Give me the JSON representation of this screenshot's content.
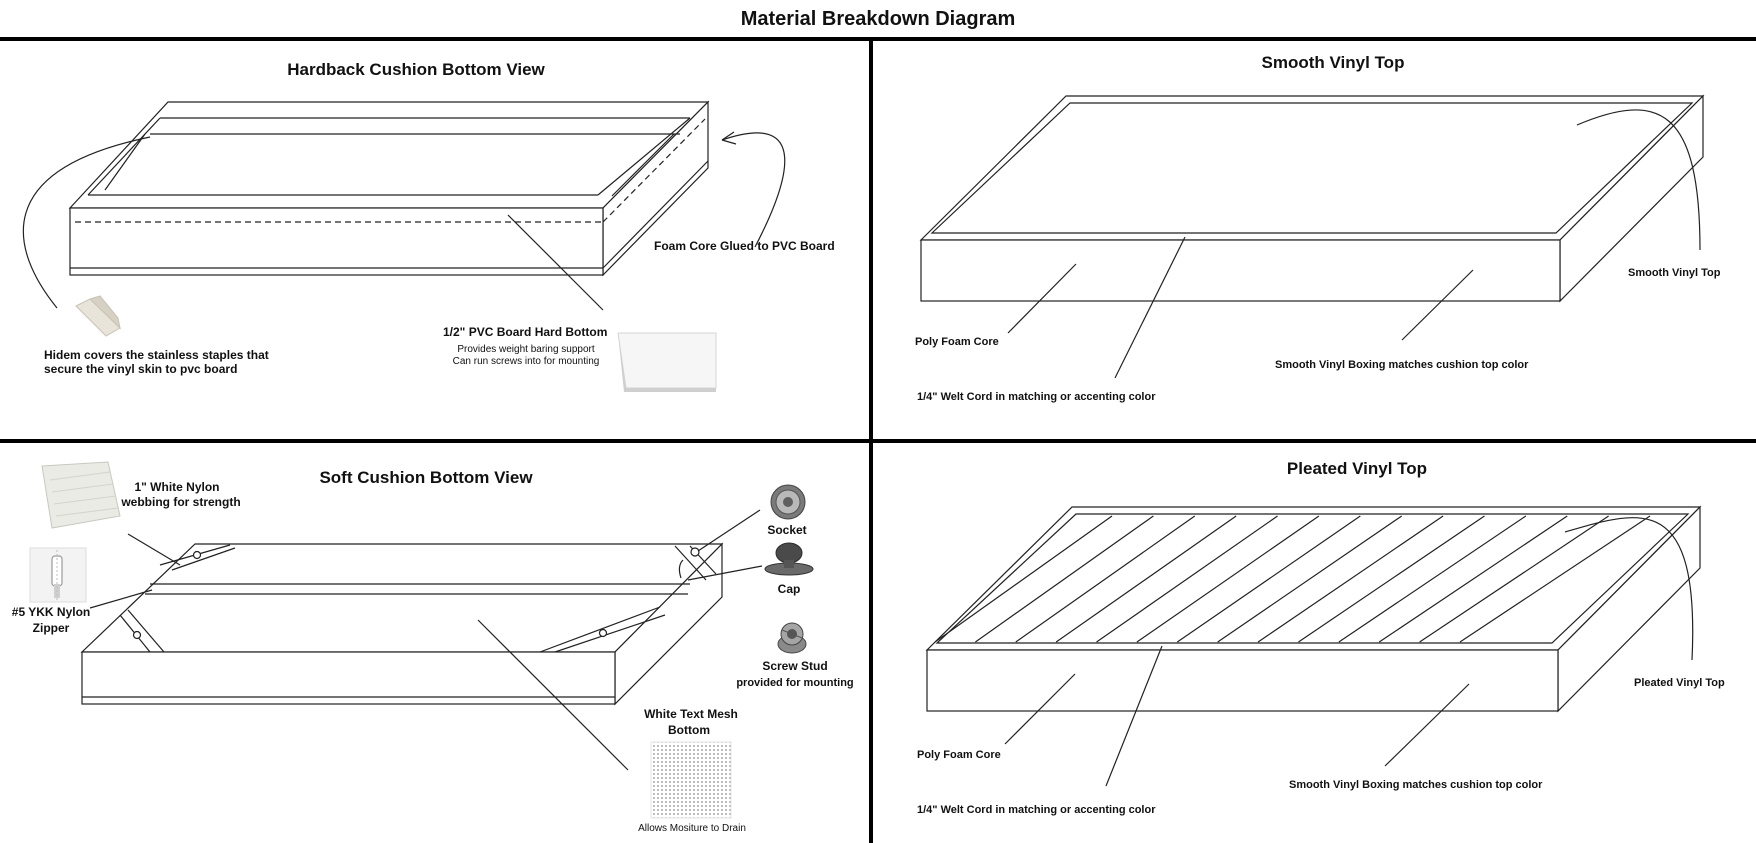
{
  "title": "Material Breakdown Diagram",
  "panels": {
    "hardback": {
      "title": "Hardback Cushion Bottom View",
      "foam_core": "Foam Core Glued to PVC Board",
      "pvc_board": "1/2\" PVC Board Hard Bottom",
      "pvc_note_1": "Provides weight baring support",
      "pvc_note_2": "Can run screws into for mounting",
      "hidem_1": "Hidem covers the stainless staples that",
      "hidem_2": "secure the vinyl skin to pvc board"
    },
    "smooth": {
      "title": "Smooth Vinyl Top",
      "top": "Smooth Vinyl Top",
      "foam": "Poly Foam Core",
      "boxing": "Smooth Vinyl Boxing matches cushion top color",
      "welt": "1/4\" Welt Cord in matching or accenting color"
    },
    "soft": {
      "title": "Soft Cushion Bottom View",
      "webbing_1": "1\" White Nylon",
      "webbing_2": "webbing for strength",
      "zipper_1": "#5 YKK Nylon",
      "zipper_2": "Zipper",
      "socket": "Socket",
      "cap": "Cap",
      "stud": "Screw Stud",
      "stud_note": "provided for mounting",
      "mesh_1": "White Text Mesh",
      "mesh_2": "Bottom",
      "mesh_note": "Allows Mositure to Drain"
    },
    "pleated": {
      "title": "Pleated Vinyl Top",
      "top": "Pleated Vinyl Top",
      "foam": "Poly Foam Core",
      "boxing": "Smooth Vinyl Boxing matches cushion top color",
      "welt": "1/4\" Welt Cord in matching or accenting color"
    }
  }
}
